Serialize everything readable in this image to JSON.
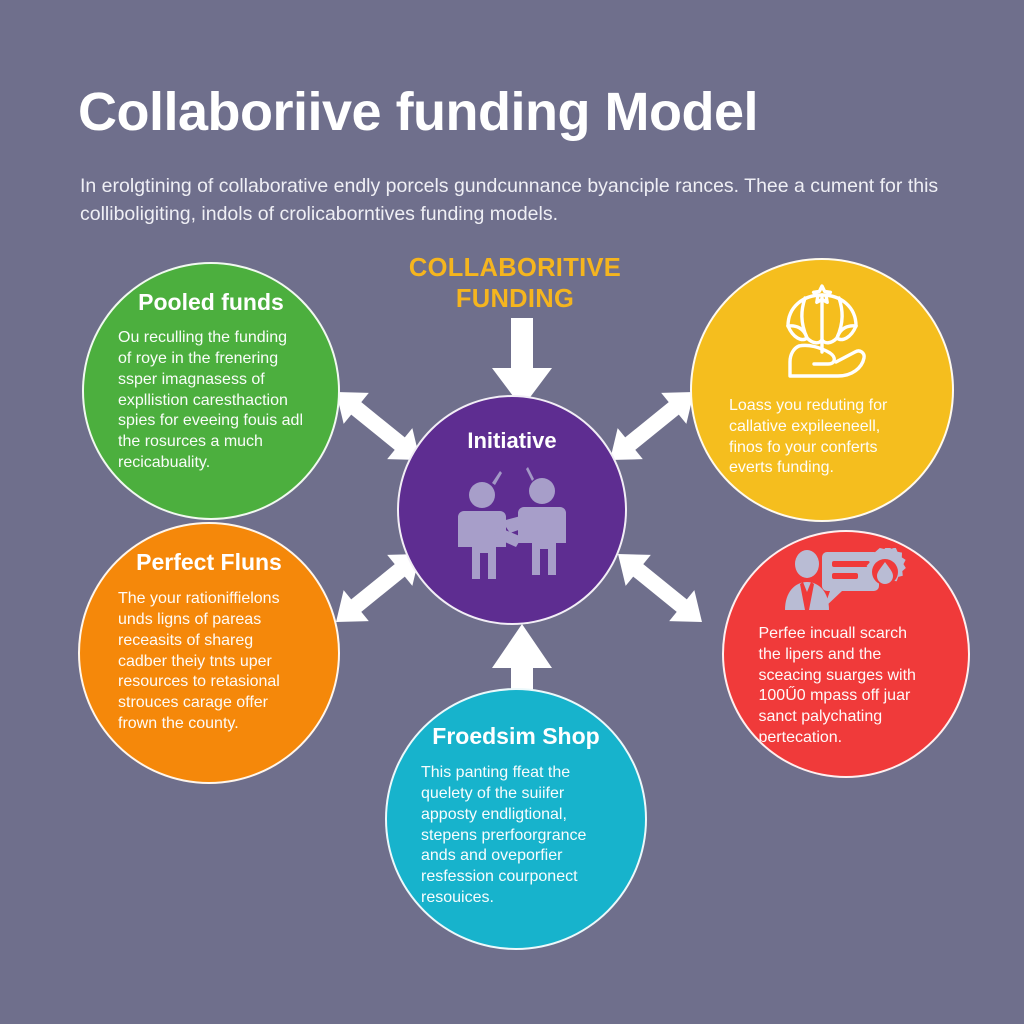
{
  "header": {
    "title": "Collaboriive funding Model",
    "subtitle": "In erolgtining of collaborative endly porcels gundcunnance byanciple rances. Thee a cument for this colliboligiting, indols of crolicaborntives funding models."
  },
  "center_label": "COLLABORITIVE FUNDING",
  "colors": {
    "background": "#6f6f8c",
    "pooled_funds": "#4caf3e",
    "perfect_fluns": "#f5880a",
    "loans": "#f5be1e",
    "search": "#f03a3a",
    "shop": "#17b3cc",
    "initiative": "#5e2d91",
    "center_label": "#f5b51e",
    "arrow": "#ffffff"
  },
  "center_node": {
    "title": "Initiative",
    "icon": "handshake-people-icon"
  },
  "nodes": [
    {
      "id": "pooled-funds",
      "title": "Pooled funds",
      "body": "Ou reculling the funding of roye in the frenering ssper imagnasess of expllistion caresthaction spies for eveeing fouis adl the rosurces a much recicabuality.",
      "color": "#4caf3e",
      "icon": null
    },
    {
      "id": "perfect-fluns",
      "title": "Perfect Fluns",
      "body": "The your rationiffielons unds ligns of pareas receasits of shareg cadber theiy tnts uper resources to retasional strouces carage offer frown the county.",
      "color": "#f5880a",
      "icon": null
    },
    {
      "id": "loans",
      "title": "",
      "body": "Loass you reduting for callative expileeneell, finos fo your conferts everts funding.",
      "color": "#f5be1e",
      "icon": "parachute-hand-icon"
    },
    {
      "id": "search",
      "title": "",
      "body": "Perfee incuall scarch the lipers and the sceacing suarges with 100Ű0 mpass off juar sanct palychating pertecation.",
      "color": "#f03a3a",
      "icon": "person-speech-gear-icon"
    },
    {
      "id": "shop",
      "title": "Froedsim Shop",
      "body": "This panting ffeat the quelety of the suiifer apposty endligtional, stepens prerfoorgrance ands and oveporfier resfession courponect resouices.",
      "color": "#17b3cc",
      "icon": null
    }
  ],
  "connectors": [
    {
      "id": "top-down-arrow",
      "direction": "down",
      "from": "collaborative-funding-label",
      "to": "initiative"
    },
    {
      "id": "green-initiative-arrow",
      "direction": "bidirectional",
      "from": "pooled-funds",
      "to": "initiative"
    },
    {
      "id": "yellow-initiative-arrow",
      "direction": "bidirectional",
      "from": "loans",
      "to": "initiative"
    },
    {
      "id": "orange-initiative-arrow",
      "direction": "bidirectional",
      "from": "perfect-fluns",
      "to": "initiative"
    },
    {
      "id": "red-initiative-arrow",
      "direction": "bidirectional",
      "from": "search",
      "to": "initiative"
    },
    {
      "id": "bottom-up-arrow",
      "direction": "up",
      "from": "shop",
      "to": "initiative"
    }
  ]
}
